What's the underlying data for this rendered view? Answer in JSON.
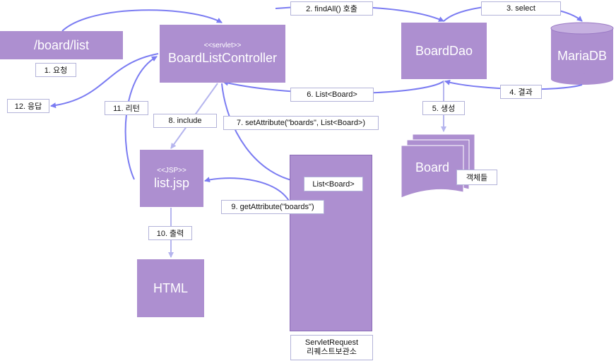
{
  "nodes": {
    "url": "/board/list",
    "controller": {
      "stereotype": "<<servlet>>",
      "name": "BoardListController"
    },
    "dao": "BoardDao",
    "db": "MariaDB",
    "jsp": {
      "stereotype": "<<JSP>>",
      "name": "list.jsp"
    },
    "html": "HTML",
    "request_box": "List<Board>",
    "board": "Board",
    "request_caption": [
      "ServletRequest",
      "리퀘스트보관소"
    ]
  },
  "labels": {
    "request": "1. 요청",
    "find_all": "2. findAll() 호출",
    "select": "3. select",
    "result": "4. 결과",
    "create": "5. 생성",
    "list_board": "6. List<Board>",
    "set_attribute": "7. setAttribute(\"boards\", List<Board>)",
    "include": "8. include",
    "get_attribute": "9. getAttribute(\"boards\")",
    "output": "10. 출력",
    "return": "11. 리턴",
    "response": "12. 응답",
    "objects": "객체들"
  },
  "colors": {
    "box_fill": "#ad8fd0",
    "box_border": "#8a6bb6",
    "arrow_strong": "#7b7cf2",
    "arrow_light": "#b5b5ee",
    "label_border": "#b3b3d9"
  }
}
